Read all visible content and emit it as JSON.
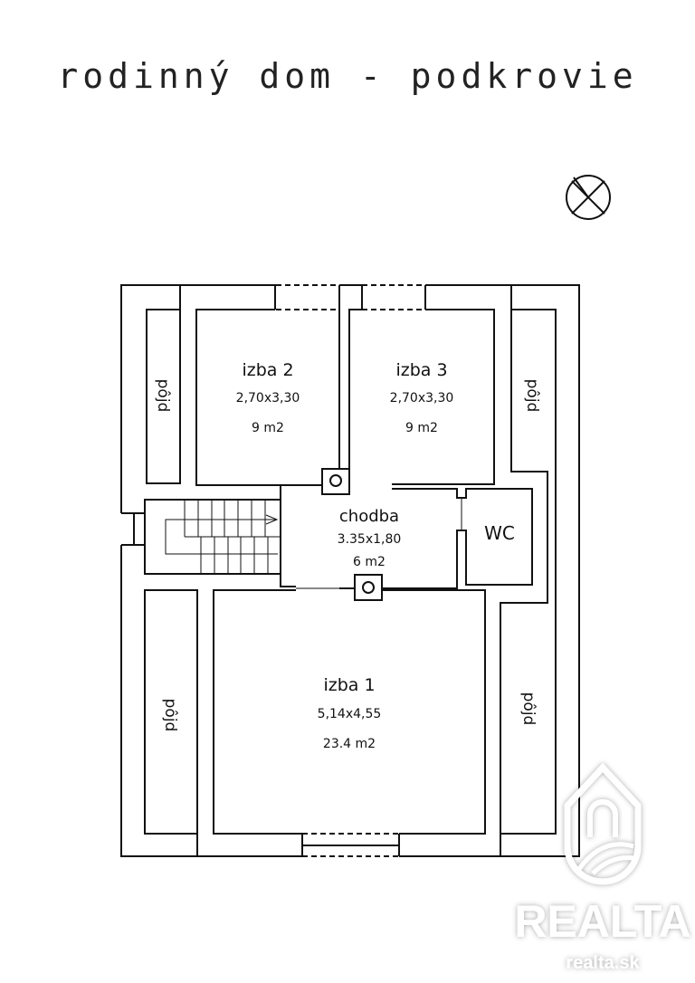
{
  "title": "rodinný dom - podkrovie",
  "rooms": {
    "izba2": {
      "name": "izba 2",
      "dims": "2,70x3,30",
      "area": "9 m2"
    },
    "izba3": {
      "name": "izba 3",
      "dims": "2,70x3,30",
      "area": "9 m2"
    },
    "chodba": {
      "name": "chodba",
      "dims": "3.35x1,80",
      "area": "6 m2"
    },
    "wc": {
      "name": "WC"
    },
    "izba1": {
      "name": "izba 1",
      "dims": "5,14x4,55",
      "area": "23.4 m2"
    },
    "attic": "pôjd"
  },
  "watermark": {
    "brand": "REALTA",
    "url": "realta.sk"
  }
}
